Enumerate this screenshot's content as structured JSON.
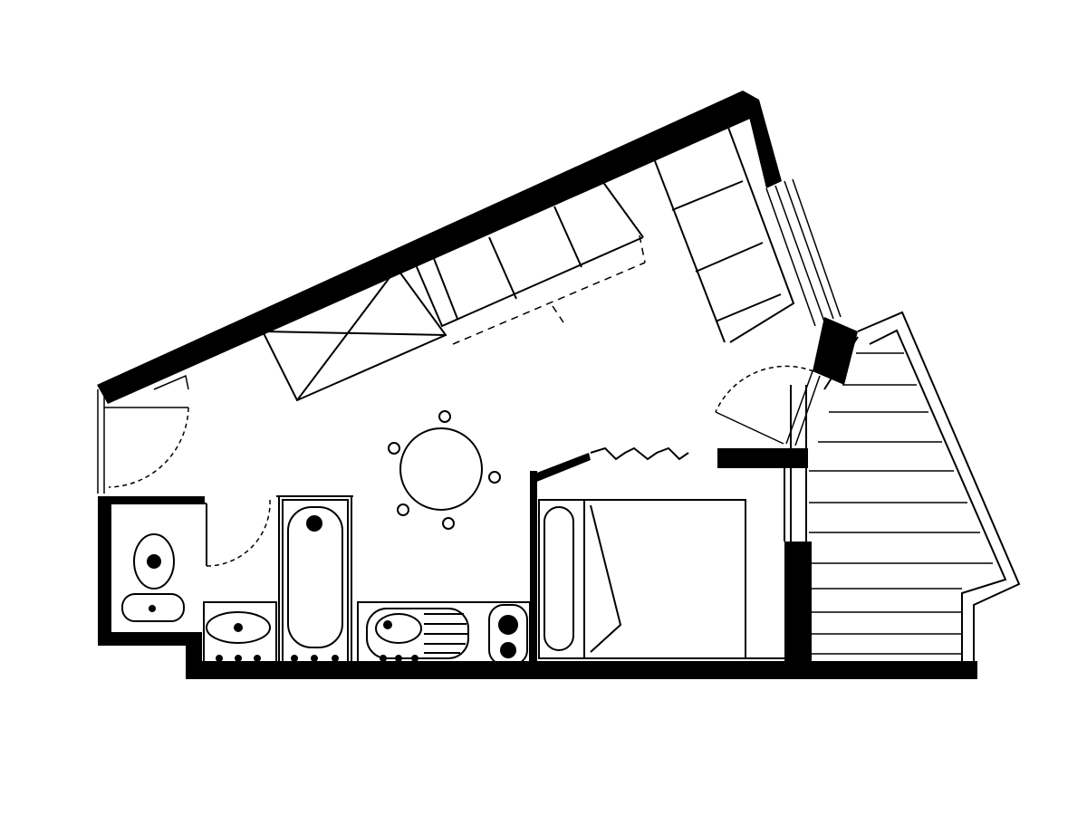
{
  "floorplan": {
    "labels": [],
    "colors": {
      "background": "#ffffff",
      "wall": "#000000",
      "line": "#000000",
      "fill_dark": "#000000",
      "fill_light": "#ffffff"
    },
    "rooms": [
      "living-room",
      "entry",
      "bathroom",
      "kitchenette",
      "sleeping-alcove",
      "balcony"
    ],
    "fixtures": [
      "corner-sofa",
      "storage-unit",
      "round-dining-table",
      "dining-chairs",
      "toilet",
      "washbasin",
      "bathtub",
      "kitchen-sink",
      "cooktop",
      "double-bed",
      "pillow",
      "window",
      "entry-door",
      "balcony-door",
      "stair-treads"
    ]
  }
}
